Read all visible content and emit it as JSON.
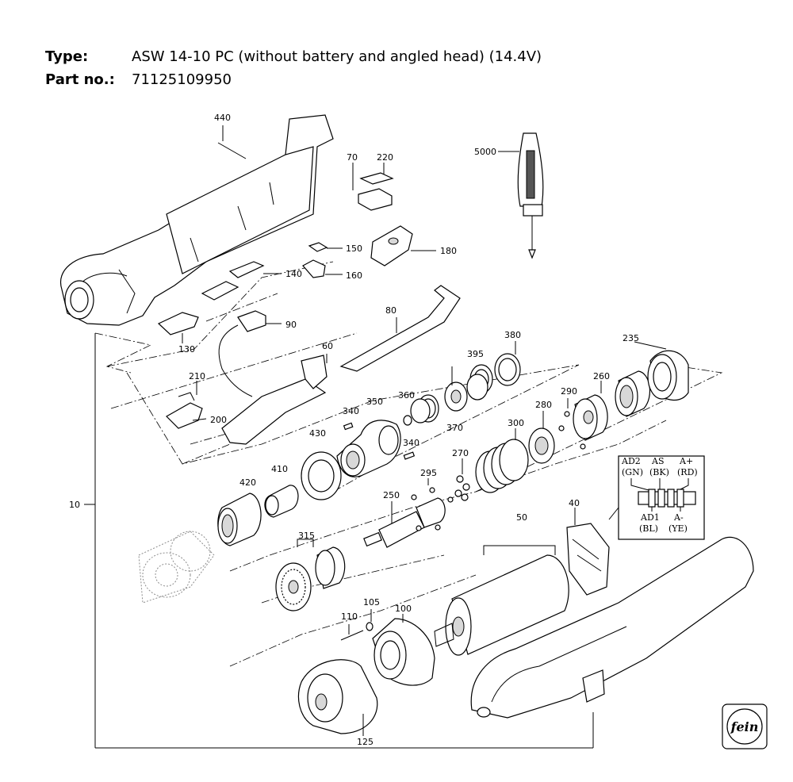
{
  "header": {
    "type_label": "Type:",
    "type_value": "ASW 14-10 PC (without battery and angled head) (14.4V)",
    "part_label": "Part no.:",
    "part_value": "71125109950"
  },
  "parts": [
    {
      "id": "p440",
      "label": "440"
    },
    {
      "id": "p70",
      "label": "70"
    },
    {
      "id": "p220",
      "label": "220"
    },
    {
      "id": "p5000",
      "label": "5000"
    },
    {
      "id": "p150",
      "label": "150"
    },
    {
      "id": "p180",
      "label": "180"
    },
    {
      "id": "p140",
      "label": "140"
    },
    {
      "id": "p160",
      "label": "160"
    },
    {
      "id": "p90",
      "label": "90"
    },
    {
      "id": "p80",
      "label": "80"
    },
    {
      "id": "p130",
      "label": "130"
    },
    {
      "id": "p60",
      "label": "60"
    },
    {
      "id": "p380",
      "label": "380"
    },
    {
      "id": "p395",
      "label": "395"
    },
    {
      "id": "p235",
      "label": "235"
    },
    {
      "id": "p210",
      "label": "210"
    },
    {
      "id": "p360",
      "label": "360"
    },
    {
      "id": "p350",
      "label": "350"
    },
    {
      "id": "p260",
      "label": "260"
    },
    {
      "id": "p290",
      "label": "290"
    },
    {
      "id": "p280",
      "label": "280"
    },
    {
      "id": "p340a",
      "label": "340"
    },
    {
      "id": "p200",
      "label": "200"
    },
    {
      "id": "p370",
      "label": "370"
    },
    {
      "id": "p300",
      "label": "300"
    },
    {
      "id": "p430",
      "label": "430"
    },
    {
      "id": "p340b",
      "label": "340"
    },
    {
      "id": "p270",
      "label": "270"
    },
    {
      "id": "p410",
      "label": "410"
    },
    {
      "id": "p295",
      "label": "295"
    },
    {
      "id": "p420",
      "label": "420"
    },
    {
      "id": "p250",
      "label": "250"
    },
    {
      "id": "p10",
      "label": "10"
    },
    {
      "id": "p40",
      "label": "40"
    },
    {
      "id": "p50",
      "label": "50"
    },
    {
      "id": "p315",
      "label": "315"
    },
    {
      "id": "p105",
      "label": "105"
    },
    {
      "id": "p100",
      "label": "100"
    },
    {
      "id": "p110",
      "label": "110"
    },
    {
      "id": "p125",
      "label": "125"
    }
  ],
  "wiring": {
    "ad2": "AD2",
    "ad2_color": "(GN)",
    "as": "AS",
    "as_color": "(BK)",
    "ap": "A+",
    "ap_color": "(RD)",
    "ad1": "AD1",
    "ad1_color": "(BL)",
    "am": "A-",
    "am_color": "(YE)"
  },
  "logo_text": "fein"
}
